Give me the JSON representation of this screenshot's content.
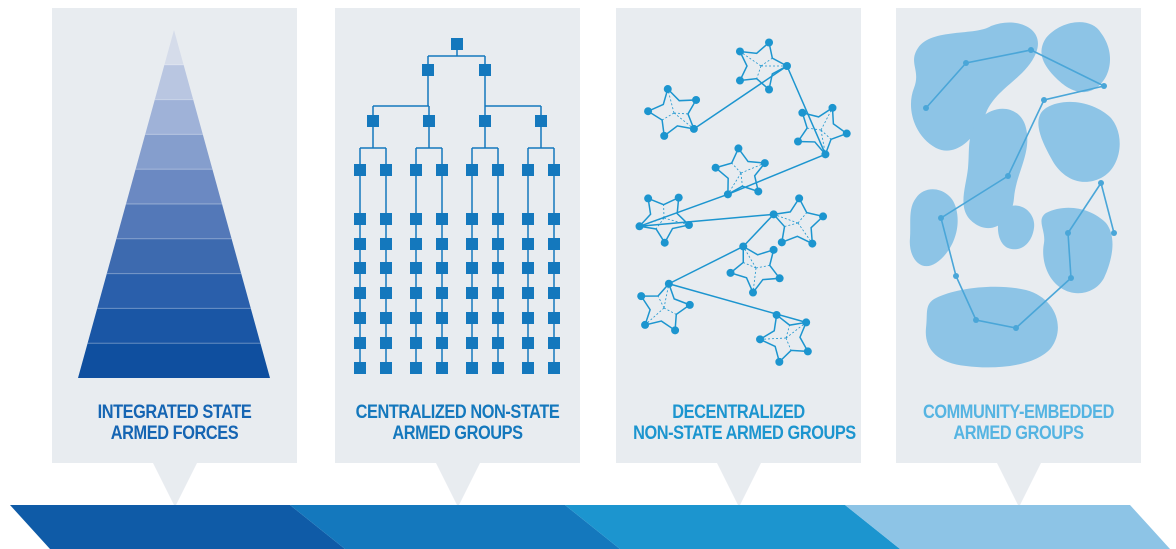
{
  "colors": {
    "card_bg": "#e8ecf0",
    "dark_blue": "#0f5ba7",
    "mid_blue": "#1478bd",
    "cyan": "#1c95cf",
    "light_blue": "#8dc4e6"
  },
  "panels": [
    {
      "id": "integrated-state",
      "icon": "pyramid-icon",
      "caption_lines": [
        "INTEGRATED STATE",
        "ARMED FORCES"
      ],
      "color": "#1565b3"
    },
    {
      "id": "centralized-non-state",
      "icon": "hierarchy-tree-icon",
      "caption_lines": [
        "CENTRALIZED NON-STATE",
        "ARMED GROUPS"
      ],
      "color": "#1478bd"
    },
    {
      "id": "decentralized-non-state",
      "icon": "network-clusters-icon",
      "caption_lines": [
        "DECENTRALIZED",
        "NON-STATE ARMED GROUPS"
      ],
      "color": "#1c95cf"
    },
    {
      "id": "community-embedded",
      "icon": "community-blobs-icon",
      "caption_lines": [
        "COMMUNITY-EMBEDDED",
        "ARMED GROUPS"
      ],
      "color": "#55b4e2"
    }
  ]
}
